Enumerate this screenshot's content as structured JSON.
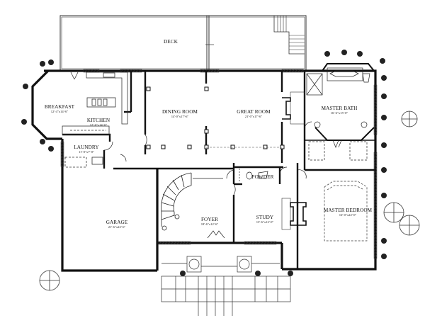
{
  "plan": {
    "type": "floor-plan",
    "colors": {
      "wall": "#111111",
      "line": "#333333",
      "background": "#ffffff",
      "shrub": "#222222"
    },
    "rooms": [
      {
        "id": "deck",
        "name": "DECK",
        "dimensions": ""
      },
      {
        "id": "breakfast",
        "name": "BREAKFAST",
        "dimensions": "12'-4\"x14'-6\""
      },
      {
        "id": "kitchen",
        "name": "KITCHEN",
        "dimensions": "12'-6\"x14'-6\""
      },
      {
        "id": "laundry",
        "name": "LAUNDRY",
        "dimensions": "11'-0\"x7'-0\""
      },
      {
        "id": "dining-room",
        "name": "DINING ROOM",
        "dimensions": "14'-0\"x17'-6\""
      },
      {
        "id": "great-room",
        "name": "GREAT ROOM",
        "dimensions": "21'-0\"x17'-6\""
      },
      {
        "id": "master-bath",
        "name": "MASTER BATH",
        "dimensions": "16'-6\"x15'-0\""
      },
      {
        "id": "powder",
        "name": "POWDER",
        "dimensions": ""
      },
      {
        "id": "garage",
        "name": "GARAGE",
        "dimensions": "21'-6\"x22'-6\""
      },
      {
        "id": "foyer",
        "name": "FOYER",
        "dimensions": "18'-6\"x12'-6\""
      },
      {
        "id": "study",
        "name": "STUDY",
        "dimensions": "13'-6\"x12'-0\""
      },
      {
        "id": "master-bedroom",
        "name": "MASTER BEDROOM",
        "dimensions": "16'-0\"x22'-0\""
      }
    ]
  }
}
